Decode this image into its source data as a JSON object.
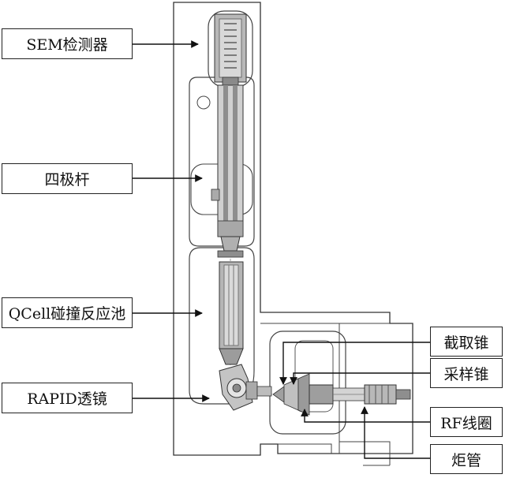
{
  "labels": {
    "sem": "SEM检测器",
    "quad": "四极杆",
    "qcell": "QCell碰撞反应池",
    "rapid": "RAPID透镜",
    "skimmer": "截取锥",
    "sampler": "采样锥",
    "rfcoil": "RF线圈",
    "torch": "炬管"
  },
  "colors": {
    "line": "#222222",
    "metal_light": "#c8c8c8",
    "metal_mid": "#9a9a9a",
    "metal_dark": "#6e6e6e"
  }
}
